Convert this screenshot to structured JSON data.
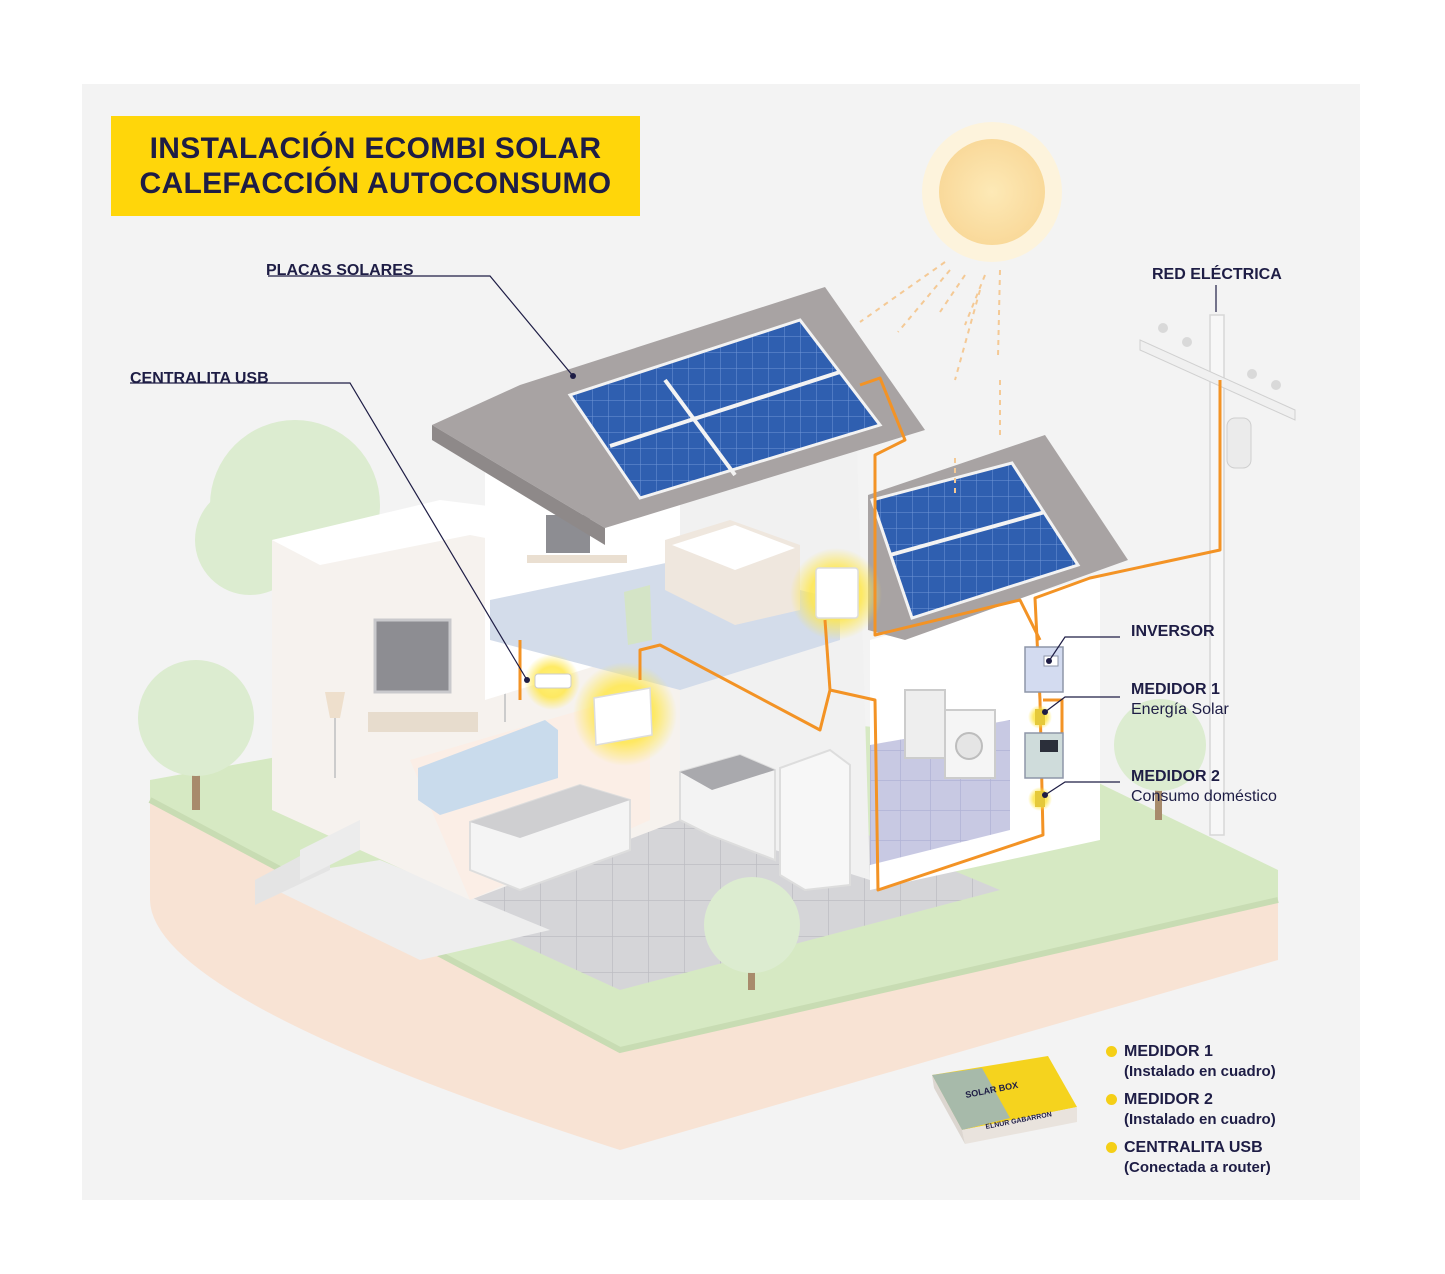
{
  "title": {
    "line1": "INSTALACIÓN ECOMBI SOLAR",
    "line2": "CALEFACCIÓN AUTOCONSUMO"
  },
  "labels": {
    "placas_solares": "PLACAS SOLARES",
    "centralita_usb": "CENTRALITA USB",
    "red_electrica": "RED ELÉCTRICA",
    "inversor": "INVERSOR",
    "medidor1_title": "MEDIDOR 1",
    "medidor1_sub": "Energía Solar",
    "medidor2_title": "MEDIDOR 2",
    "medidor2_sub": "Consumo doméstico"
  },
  "legend": [
    {
      "title": "MEDIDOR 1",
      "sub": "(Instalado en cuadro)"
    },
    {
      "title": "MEDIDOR 2",
      "sub": "(Instalado en cuadro)"
    },
    {
      "title": "CENTRALITA USB",
      "sub": "(Conectada a router)"
    }
  ],
  "product_box": {
    "name": "SOLAR BOX",
    "brand": "ELNUR GABARRON"
  },
  "colors": {
    "title_bg": "#ffd60a",
    "text": "#1e1d45",
    "cable": "#f39325",
    "panel": "#2f5fb0",
    "roof": "#a8a3a3",
    "grass": "#d6e9c3",
    "soil": "#f8e3d4",
    "glow": "#ffe74a",
    "tree": "#dcecd0"
  }
}
